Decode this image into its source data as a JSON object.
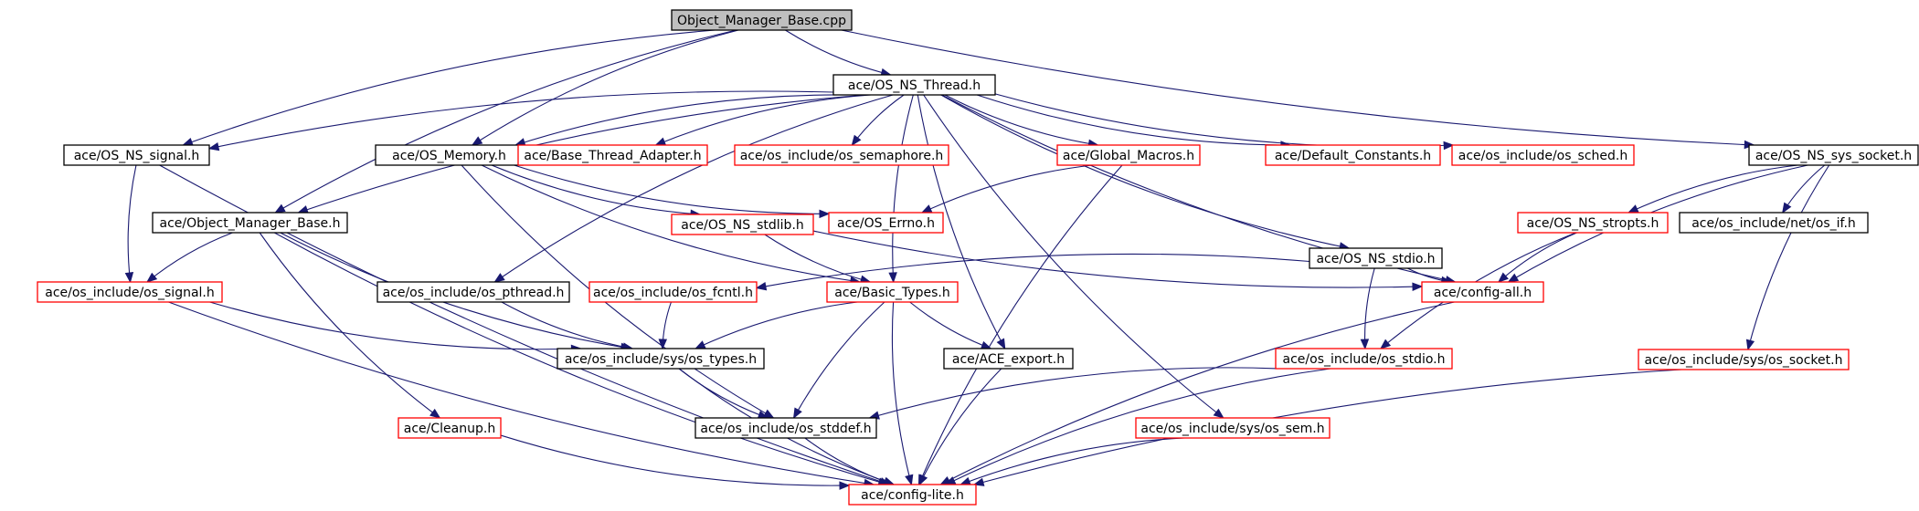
{
  "colors": {
    "edge": "#191970",
    "root_fill": "#bfbfbf",
    "missing_border": "#ff0000",
    "normal_border": "#000000"
  },
  "nodes": [
    {
      "id": "root",
      "label": "Object_Manager_Base.cpp",
      "kind": "root"
    },
    {
      "id": "os_ns_thread",
      "label": "ace/OS_NS_Thread.h",
      "kind": "black"
    },
    {
      "id": "os_ns_signal",
      "label": "ace/OS_NS_signal.h",
      "kind": "black"
    },
    {
      "id": "os_memory",
      "label": "ace/OS_Memory.h",
      "kind": "black"
    },
    {
      "id": "base_thread_adapter",
      "label": "ace/Base_Thread_Adapter.h",
      "kind": "red"
    },
    {
      "id": "os_semaphore",
      "label": "ace/os_include/os_semaphore.h",
      "kind": "red"
    },
    {
      "id": "global_macros",
      "label": "ace/Global_Macros.h",
      "kind": "red"
    },
    {
      "id": "default_constants",
      "label": "ace/Default_Constants.h",
      "kind": "red"
    },
    {
      "id": "os_sched",
      "label": "ace/os_include/os_sched.h",
      "kind": "red"
    },
    {
      "id": "os_ns_sys_socket",
      "label": "ace/OS_NS_sys_socket.h",
      "kind": "black"
    },
    {
      "id": "object_manager_base",
      "label": "ace/Object_Manager_Base.h",
      "kind": "black"
    },
    {
      "id": "os_ns_stdlib",
      "label": "ace/OS_NS_stdlib.h",
      "kind": "red"
    },
    {
      "id": "os_errno",
      "label": "ace/OS_Errno.h",
      "kind": "red"
    },
    {
      "id": "os_ns_stdio",
      "label": "ace/OS_NS_stdio.h",
      "kind": "black"
    },
    {
      "id": "os_ns_stropts",
      "label": "ace/OS_NS_stropts.h",
      "kind": "red"
    },
    {
      "id": "os_if",
      "label": "ace/os_include/net/os_if.h",
      "kind": "black"
    },
    {
      "id": "os_signal",
      "label": "ace/os_include/os_signal.h",
      "kind": "red"
    },
    {
      "id": "os_pthread",
      "label": "ace/os_include/os_pthread.h",
      "kind": "black"
    },
    {
      "id": "os_fcntl",
      "label": "ace/os_include/os_fcntl.h",
      "kind": "red"
    },
    {
      "id": "basic_types",
      "label": "ace/Basic_Types.h",
      "kind": "red"
    },
    {
      "id": "config_all",
      "label": "ace/config-all.h",
      "kind": "red"
    },
    {
      "id": "sys_os_types",
      "label": "ace/os_include/sys/os_types.h",
      "kind": "black"
    },
    {
      "id": "ace_export",
      "label": "ace/ACE_export.h",
      "kind": "black"
    },
    {
      "id": "os_stdio",
      "label": "ace/os_include/os_stdio.h",
      "kind": "red"
    },
    {
      "id": "sys_os_socket",
      "label": "ace/os_include/sys/os_socket.h",
      "kind": "red"
    },
    {
      "id": "cleanup",
      "label": "ace/Cleanup.h",
      "kind": "red"
    },
    {
      "id": "os_stddef",
      "label": "ace/os_include/os_stddef.h",
      "kind": "black"
    },
    {
      "id": "sys_os_sem",
      "label": "ace/os_include/sys/os_sem.h",
      "kind": "red"
    },
    {
      "id": "config_lite",
      "label": "ace/config-lite.h",
      "kind": "red"
    }
  ],
  "edges": [
    [
      "root",
      "os_ns_thread"
    ],
    [
      "root",
      "os_ns_signal"
    ],
    [
      "root",
      "os_memory"
    ],
    [
      "root",
      "object_manager_base"
    ],
    [
      "root",
      "os_ns_sys_socket"
    ],
    [
      "os_ns_thread",
      "os_ns_signal"
    ],
    [
      "os_ns_thread",
      "os_memory"
    ],
    [
      "os_ns_thread",
      "base_thread_adapter"
    ],
    [
      "os_ns_thread",
      "os_semaphore"
    ],
    [
      "os_ns_thread",
      "global_macros"
    ],
    [
      "os_ns_thread",
      "default_constants"
    ],
    [
      "os_ns_thread",
      "os_sched"
    ],
    [
      "os_ns_thread",
      "object_manager_base"
    ],
    [
      "os_ns_thread",
      "os_ns_stdio"
    ],
    [
      "os_ns_thread",
      "config_all"
    ],
    [
      "os_ns_thread",
      "os_pthread"
    ],
    [
      "os_ns_thread",
      "basic_types"
    ],
    [
      "os_ns_thread",
      "ace_export"
    ],
    [
      "os_ns_thread",
      "sys_os_sem"
    ],
    [
      "os_ns_signal",
      "os_signal"
    ],
    [
      "os_ns_signal",
      "config_lite"
    ],
    [
      "os_memory",
      "os_ns_stdlib"
    ],
    [
      "os_memory",
      "os_errno"
    ],
    [
      "os_memory",
      "basic_types"
    ],
    [
      "os_memory",
      "os_stddef"
    ],
    [
      "global_macros",
      "os_errno"
    ],
    [
      "global_macros",
      "config_lite"
    ],
    [
      "os_ns_sys_socket",
      "os_ns_stropts"
    ],
    [
      "os_ns_sys_socket",
      "os_if"
    ],
    [
      "os_ns_sys_socket",
      "config_all"
    ],
    [
      "os_ns_sys_socket",
      "sys_os_socket"
    ],
    [
      "object_manager_base",
      "os_signal"
    ],
    [
      "object_manager_base",
      "sys_os_types"
    ],
    [
      "object_manager_base",
      "cleanup"
    ],
    [
      "object_manager_base",
      "config_lite"
    ],
    [
      "os_ns_stdlib",
      "basic_types"
    ],
    [
      "os_ns_stdlib",
      "config_all"
    ],
    [
      "os_ns_stdio",
      "os_fcntl"
    ],
    [
      "os_ns_stdio",
      "config_all"
    ],
    [
      "os_ns_stdio",
      "os_stdio"
    ],
    [
      "os_ns_stropts",
      "config_all"
    ],
    [
      "os_ns_stropts",
      "os_stdio"
    ],
    [
      "os_signal",
      "sys_os_types"
    ],
    [
      "os_signal",
      "config_lite"
    ],
    [
      "os_pthread",
      "sys_os_types"
    ],
    [
      "os_fcntl",
      "sys_os_types"
    ],
    [
      "basic_types",
      "sys_os_types"
    ],
    [
      "basic_types",
      "ace_export"
    ],
    [
      "basic_types",
      "os_stddef"
    ],
    [
      "basic_types",
      "config_lite"
    ],
    [
      "config_all",
      "config_lite"
    ],
    [
      "sys_os_types",
      "os_stddef"
    ],
    [
      "sys_os_types",
      "config_lite"
    ],
    [
      "ace_export",
      "config_lite"
    ],
    [
      "os_stdio",
      "os_stddef"
    ],
    [
      "os_stdio",
      "config_lite"
    ],
    [
      "sys_os_socket",
      "config_lite"
    ],
    [
      "cleanup",
      "config_lite"
    ],
    [
      "os_stddef",
      "config_lite"
    ],
    [
      "sys_os_sem",
      "config_lite"
    ]
  ]
}
